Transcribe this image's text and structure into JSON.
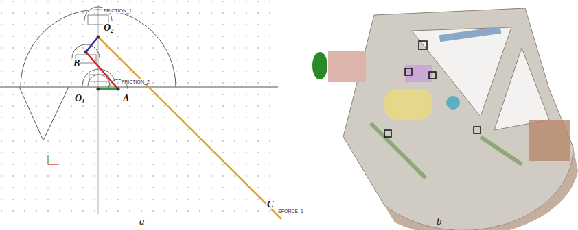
{
  "diagram": {
    "labels": [
      "FRICTION_1",
      "FRICTION_2",
      "O₂",
      "B",
      "O₁",
      "A",
      "C",
      "SFORCE_1",
      "a",
      "b"
    ]
  }
}
